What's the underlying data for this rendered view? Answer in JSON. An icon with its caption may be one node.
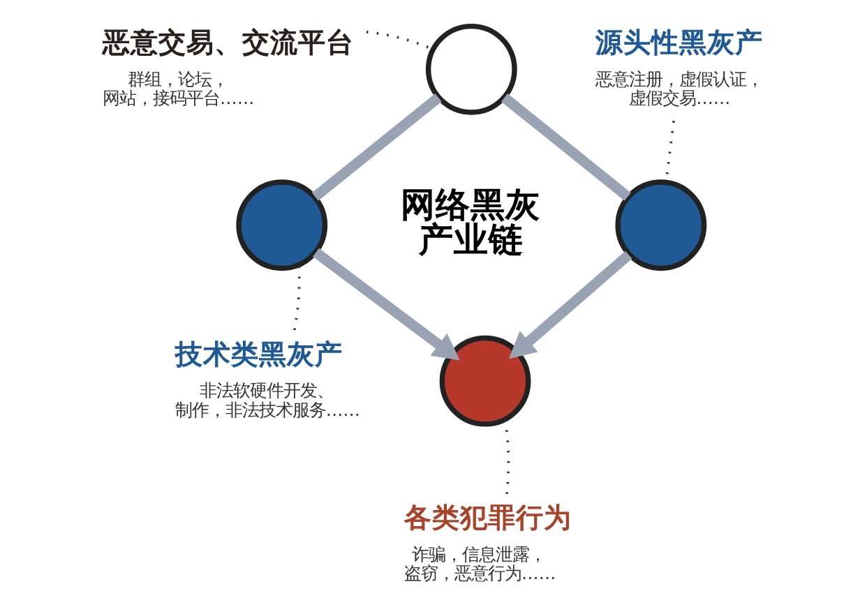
{
  "diagram": {
    "nodes": [
      {
        "text": [],
        "shape": "circle"
      },
      {
        "text": [],
        "shape": "circle"
      },
      {
        "text": [],
        "shape": "circle"
      },
      {
        "text": [],
        "shape": "circle"
      },
      {
        "text": [
          "恶意交易、交流平台",
          "群组，论坛，网站，接码平台……"
        ]
      },
      {
        "text": [
          "源头性黑灰产",
          "恶意注册，虚假认证，虚假交易……"
        ]
      },
      {
        "text": [
          "技术类黑灰产",
          "非法软硬件开发、制作，非法技术服务……"
        ]
      },
      {
        "text": [
          "各类犯罪行为",
          "诈骗，信息泄露，盗窃，恶意行为……"
        ]
      }
    ],
    "edges": [
      {
        "from": 0,
        "to": 1,
        "arrow": "none",
        "style": "thick"
      },
      {
        "from": 0,
        "to": 2,
        "arrow": "none",
        "style": "thick"
      },
      {
        "from": 1,
        "to": 3,
        "arrow": "to",
        "style": "thick"
      },
      {
        "from": 2,
        "to": 3,
        "arrow": "to",
        "style": "thick"
      },
      {
        "from": 4,
        "to": 0,
        "arrow": "none",
        "style": "dashed",
        "color": "#333333"
      },
      {
        "from": 5,
        "to": 2,
        "arrow": "none",
        "style": "dashed",
        "color": "#333333"
      },
      {
        "from": 6,
        "to": 1,
        "arrow": "none",
        "style": "dashed",
        "color": "#333333"
      },
      {
        "from": 7,
        "to": 3,
        "arrow": "none",
        "style": "dashed",
        "color": "#333333"
      }
    ],
    "labels": [
      "网络黑灰产业链"
    ]
  }
}
